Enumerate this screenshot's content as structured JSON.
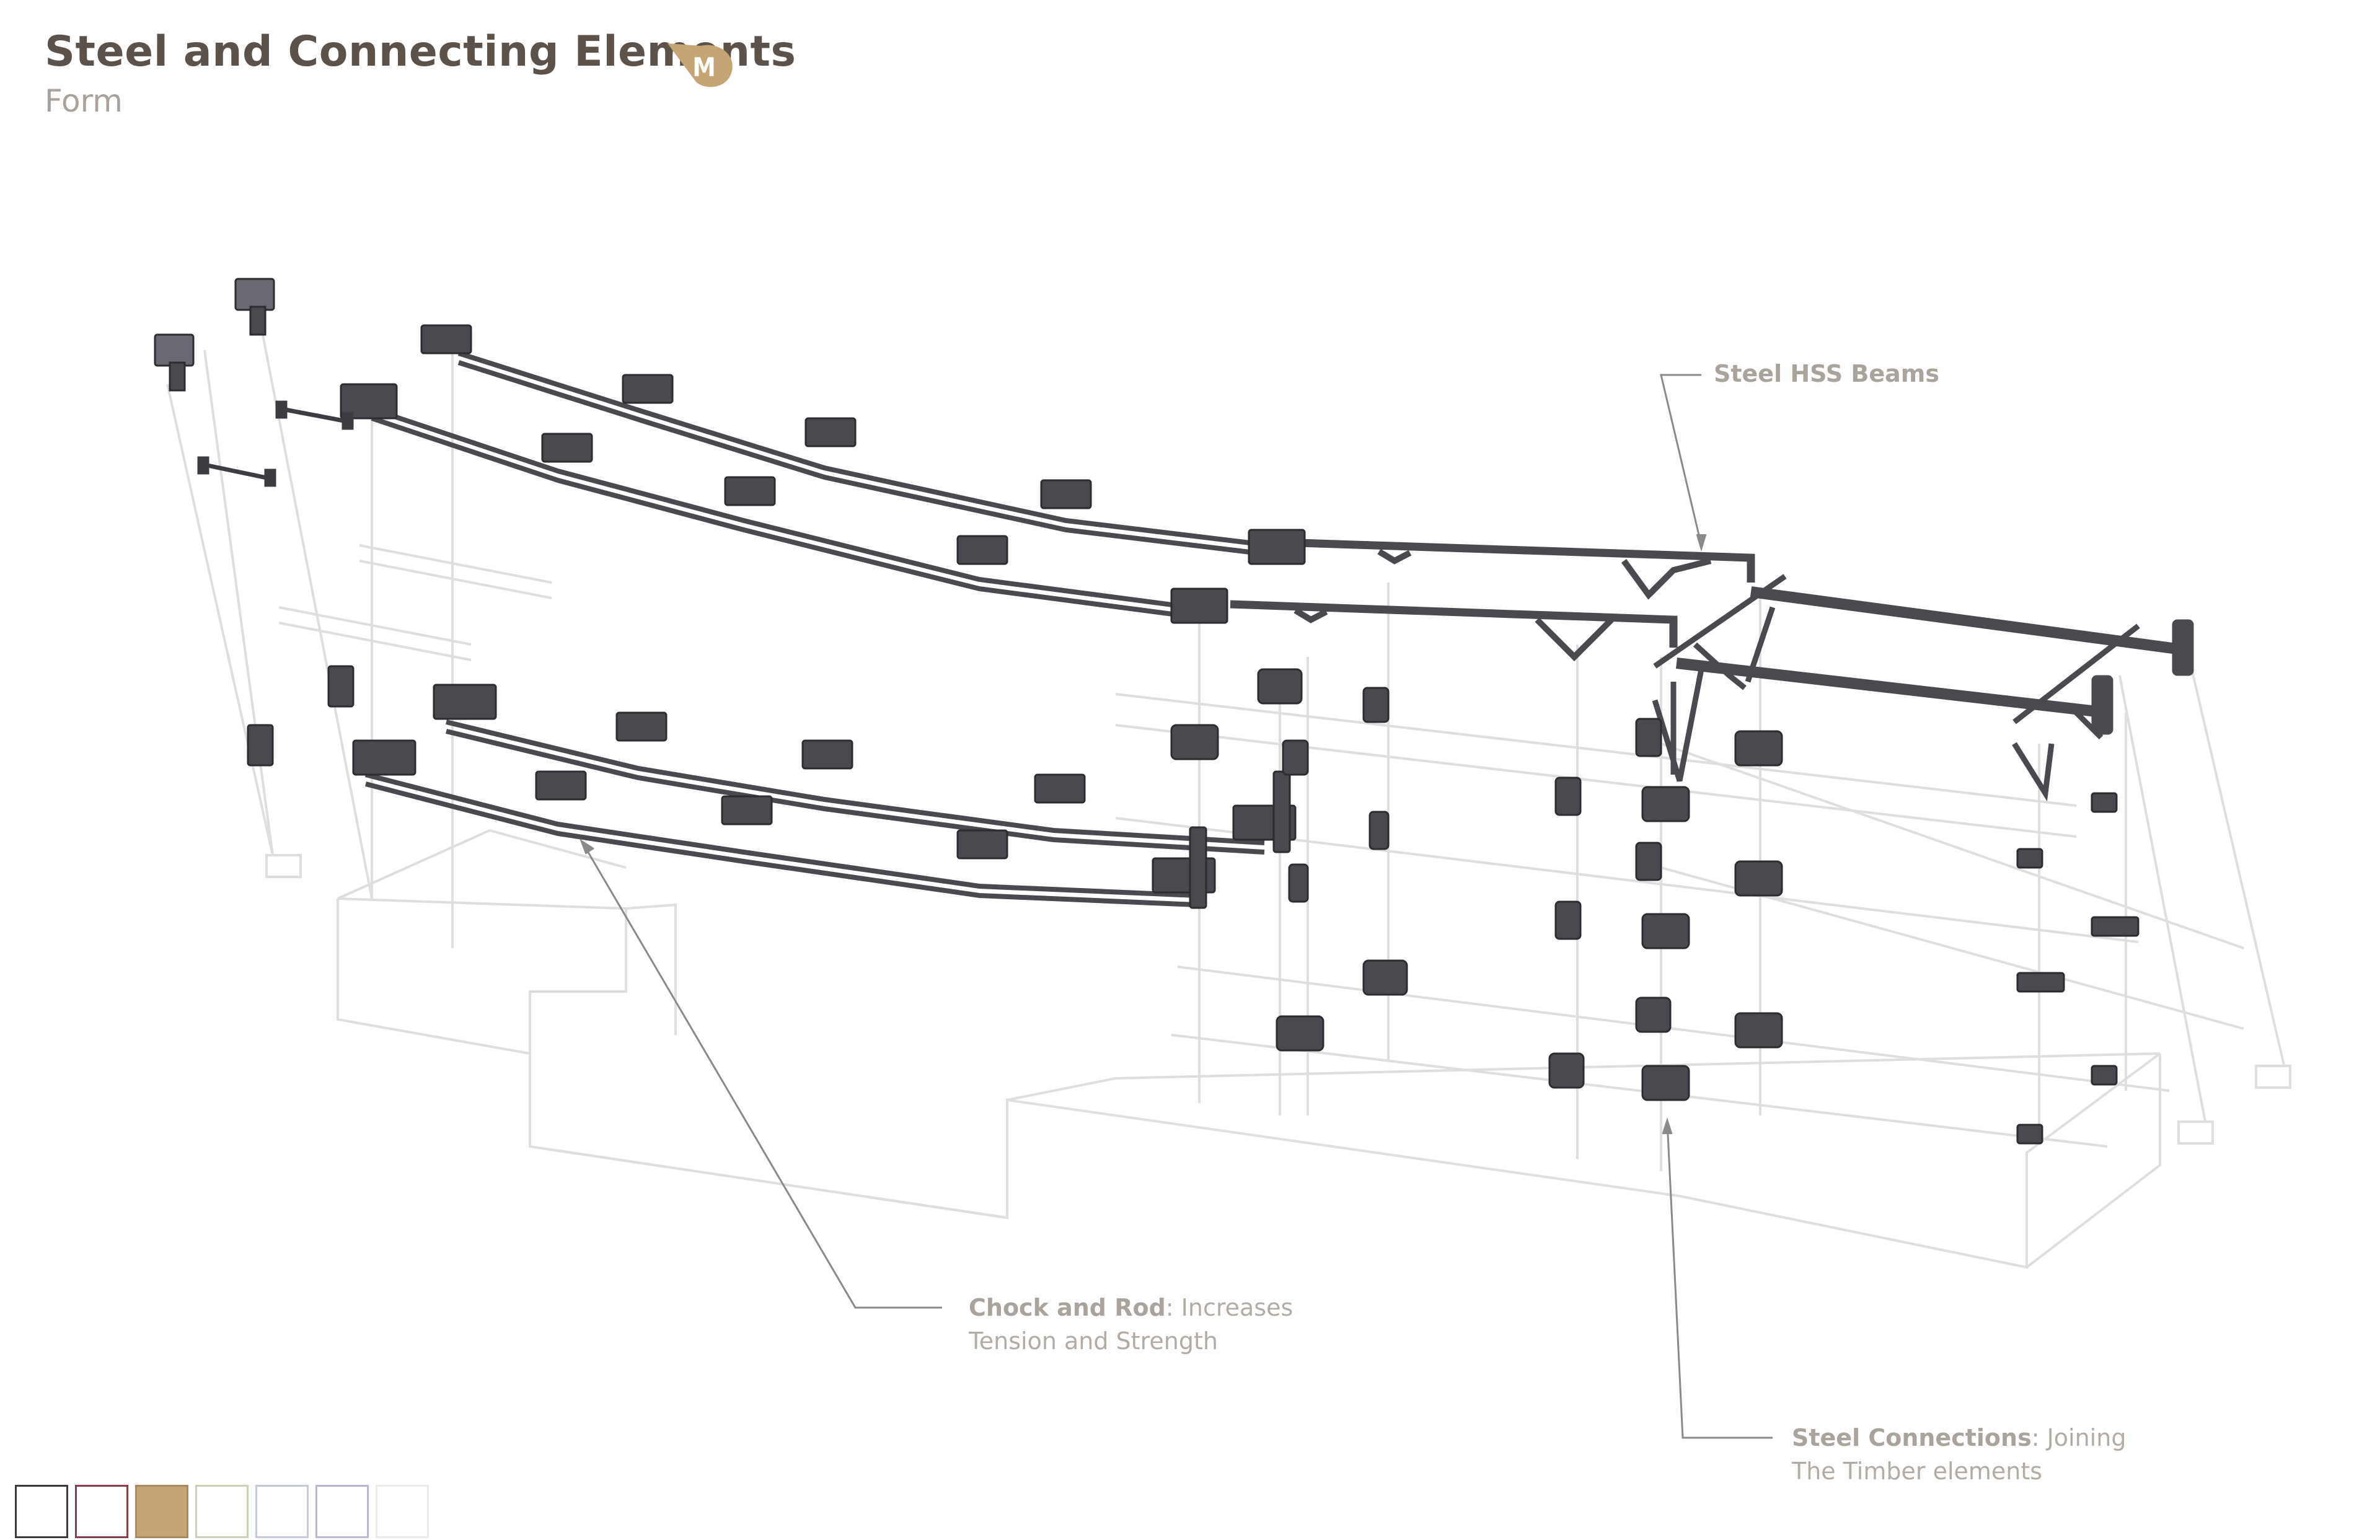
{
  "header": {
    "title": "Steel and Connecting Elements",
    "subtitle": "Form",
    "badge_letter": "M",
    "badge_color": "#c6a574"
  },
  "callouts": [
    {
      "bold": "Steel HSS Beams",
      "line1_rest": "",
      "line2": ""
    },
    {
      "bold": "Chock and Rod",
      "line1_rest": ": Increases",
      "line2": "Tension and Strength"
    },
    {
      "bold": "Steel Connections",
      "line1_rest": ": Joining",
      "line2": "The Timber elements"
    }
  ],
  "palette": [
    {
      "name": "charcoal-outline",
      "border": "#3a3a3a",
      "fill": "#ffffff"
    },
    {
      "name": "maroon-outline",
      "border": "#8a3a4a",
      "fill": "#ffffff"
    },
    {
      "name": "tan",
      "border": "#a98a5e",
      "fill": "#c6a574"
    },
    {
      "name": "sage-outline",
      "border": "#c9d0b8",
      "fill": "#ffffff"
    },
    {
      "name": "blue-grey-outline",
      "border": "#c4cad8",
      "fill": "#ffffff"
    },
    {
      "name": "lavender-outline",
      "border": "#b8b9d0",
      "fill": "#ffffff"
    },
    {
      "name": "white-outline",
      "border": "#ebebeb",
      "fill": "#ffffff"
    }
  ],
  "colors": {
    "steel": "#4b4950",
    "ghost_structure": "#dddddd",
    "leader": "#8a8a8a"
  }
}
